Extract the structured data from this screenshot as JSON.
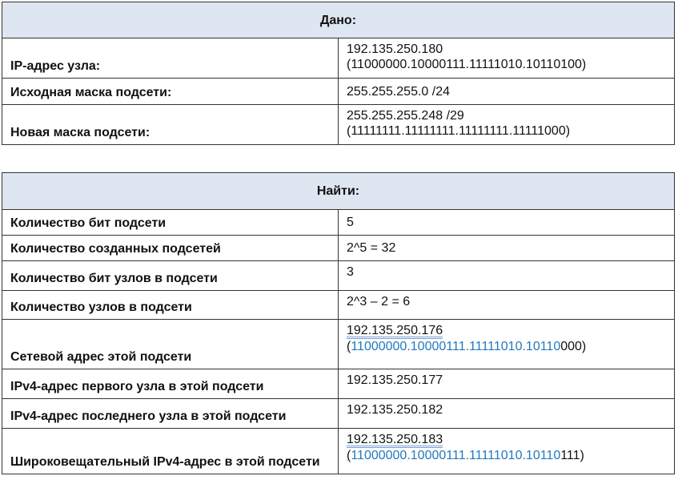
{
  "given": {
    "header": "Дано:",
    "rows": [
      {
        "label": "IP-адрес узла:",
        "value_line1": "192.135.250.180",
        "value_line2": "(11000000.10000111.11111010.10110100)"
      },
      {
        "label": "Исходная маска подсети:",
        "value_line1": "255.255.255.0 /24"
      },
      {
        "label": "Новая маска подсети:",
        "value_line1": "255.255.255.248 /29",
        "value_line2": "(11111111.11111111.11111111.11111000)"
      }
    ]
  },
  "find": {
    "header": "Найти:",
    "rows": [
      {
        "label": "Количество бит подсети",
        "value": "5"
      },
      {
        "label": "Количество созданных подсетей",
        "value": "2^5 = 32"
      },
      {
        "label": "Количество бит узлов в подсети",
        "value": "3"
      },
      {
        "label": "Количество узлов в подсети",
        "value": "2^3 – 2 = 6"
      },
      {
        "label": "Сетевой адрес этой подсети",
        "value_line1": "192.135.250.176",
        "bin_open": "(",
        "bin_blue": "11000000.10000111.11111010.10110",
        "bin_rest": "000)"
      },
      {
        "label": "IPv4-адрес первого узла в этой подсети",
        "value": "192.135.250.177"
      },
      {
        "label": "IPv4-адрес последнего узла в этой подсети",
        "value": "192.135.250.182"
      },
      {
        "label": "Широковещательный IPv4-адрес в этой подсети",
        "value_line1": "192.135.250.183",
        "bin_open": "(",
        "bin_blue": "11000000.10000111.11111010.10110",
        "bin_rest": "111)"
      }
    ]
  }
}
